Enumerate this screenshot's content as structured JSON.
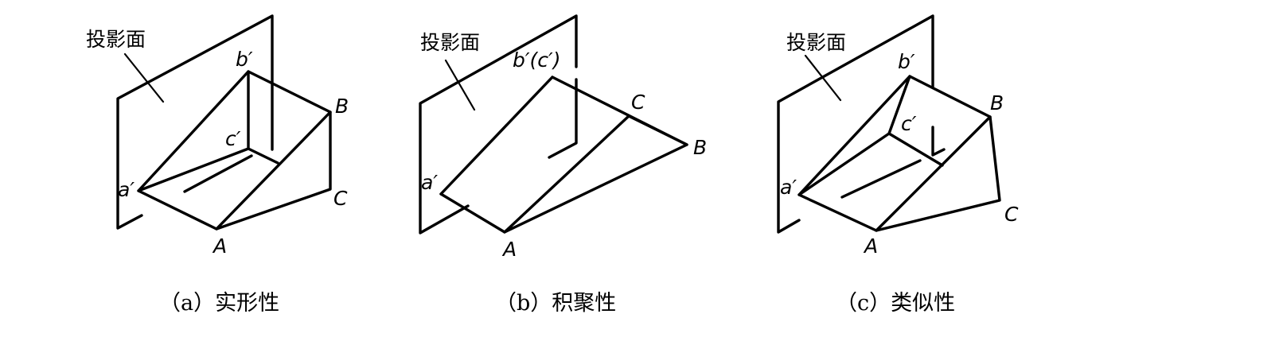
{
  "panels": [
    {
      "plane_label": "投影面",
      "points": {
        "b_proj": "b′",
        "c_proj": "c′",
        "a_proj": "a′",
        "B": "B",
        "C": "C",
        "A": "A"
      },
      "caption": "（a）实形性"
    },
    {
      "plane_label": "投影面",
      "points": {
        "bc_proj": "b′(c′)",
        "a_proj": "a′",
        "B": "B",
        "C": "C",
        "A": "A"
      },
      "caption": "（b）积聚性"
    },
    {
      "plane_label": "投影面",
      "points": {
        "b_proj": "b′",
        "c_proj": "c′",
        "a_proj": "a′",
        "B": "B",
        "C": "C",
        "A": "A"
      },
      "caption": "（c）类似性"
    }
  ]
}
